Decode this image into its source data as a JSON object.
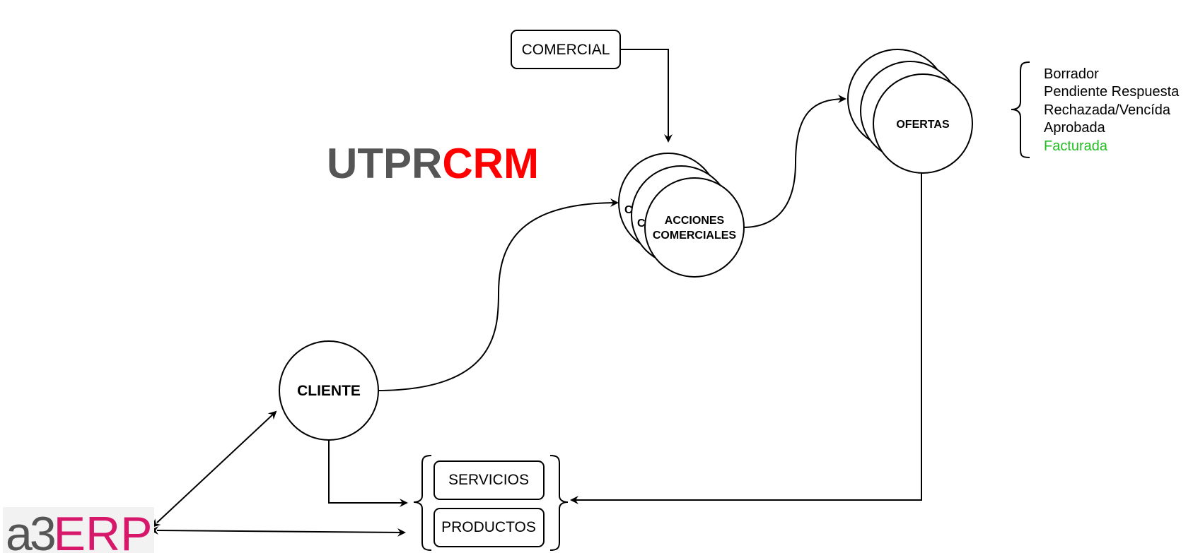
{
  "logo_crm": {
    "part1": "UTPR",
    "part2": "CRM",
    "color1": "#555555",
    "color2": "#ff0000"
  },
  "logo_erp": {
    "part1": "a3",
    "part2": "ERP",
    "color1": "#555555",
    "color2": "#d6176a"
  },
  "nodes": {
    "comercial": "COMERCIAL",
    "cliente": "CLIENTE",
    "acciones_line1": "ACCIONES",
    "acciones_line2": "COMERCIALES",
    "acciones_back_c1": "C",
    "acciones_back_c2": "C",
    "ofertas": "OFERTAS",
    "servicios": "SERVICIOS",
    "productos": "PRODUCTOS"
  },
  "statuses": [
    {
      "label": "Borrador",
      "color": "#000000"
    },
    {
      "label": "Pendiente Respuesta",
      "color": "#000000"
    },
    {
      "label": "Rechazada/Vencída",
      "color": "#000000"
    },
    {
      "label": "Aprobada",
      "color": "#000000"
    },
    {
      "label": "Facturada",
      "color": "#22bb22"
    }
  ]
}
